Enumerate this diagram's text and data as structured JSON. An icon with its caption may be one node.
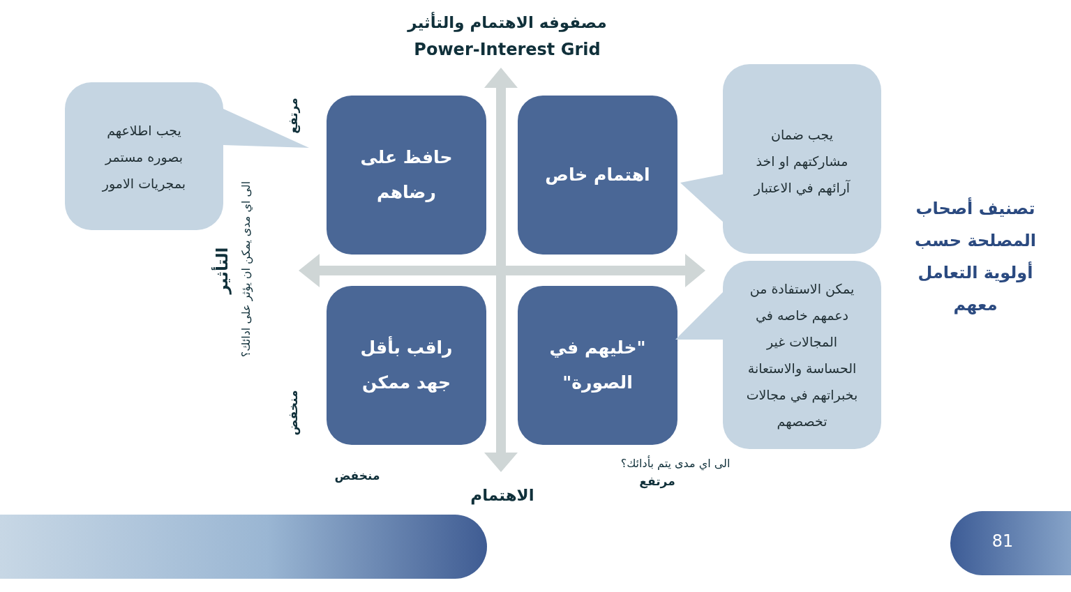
{
  "diagram": {
    "title": "مصفوفه الاهتمام والتأثير",
    "nodes": [
      {
        "text": [
          "حافظ على رضاهم"
        ]
      },
      {
        "text": [
          "اهتمام خاص"
        ]
      },
      {
        "text": [
          "راقب بأقل جهد ممكن"
        ]
      },
      {
        "text": [
          "\"خليهم في الصورة\""
        ]
      },
      {
        "text": [
          "يجب اطلاعهم بصوره مستمر بمجريات الامور"
        ]
      },
      {
        "text": [
          "يجب ضمان مشاركتهم او اخذ آرائهم في الاعتبار"
        ]
      },
      {
        "text": [
          "يمكن الاستفادة من دعمهم خاصه في المجالات غير الحساسة والاستعانة بخبراتهم في مجالات تخصصهم"
        ]
      }
    ],
    "labels": [
      "Power-Interest Grid",
      "تصنيف أصحاب المصلحة حسب أولوية التعامل معهم",
      "مرتفع",
      "الى اي مدى يمكن ان يؤثر على ادائك؟",
      "التأثير",
      "منخفض",
      "منخفض",
      "الاهتمام",
      "الى اي مدى يتم بأدائك؟",
      "مرتفع",
      "81"
    ]
  }
}
